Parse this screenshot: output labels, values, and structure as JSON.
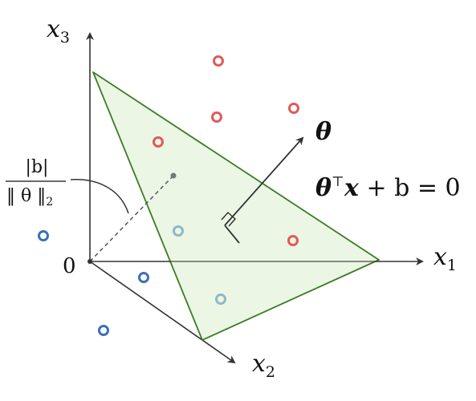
{
  "axes": {
    "x1": "x",
    "x1_sub": "1",
    "x2": "x",
    "x2_sub": "2",
    "x3": "x",
    "x3_sub": "3",
    "origin": "0"
  },
  "normal_vector": {
    "label": "θ"
  },
  "plane_equation": {
    "theta": "θ",
    "transpose": "⊤",
    "x": "x",
    "rest": " + b = 0"
  },
  "distance_label": {
    "numerator": "|b|",
    "denominator": "‖ θ ‖",
    "denominator_sub": "2"
  },
  "colors": {
    "plane_fill": "#e8f5e1",
    "plane_stroke": "#3a7d22",
    "axis": "#333333",
    "positive_class": "#e05a5a",
    "negative_class": "#3b6fb8",
    "on_plane_positive": "#e05a5a",
    "occluded": "#8fb8c8"
  },
  "points": {
    "positive_above": 4,
    "positive_inside": 1,
    "negative_outside": 3,
    "behind_plane": 2
  }
}
